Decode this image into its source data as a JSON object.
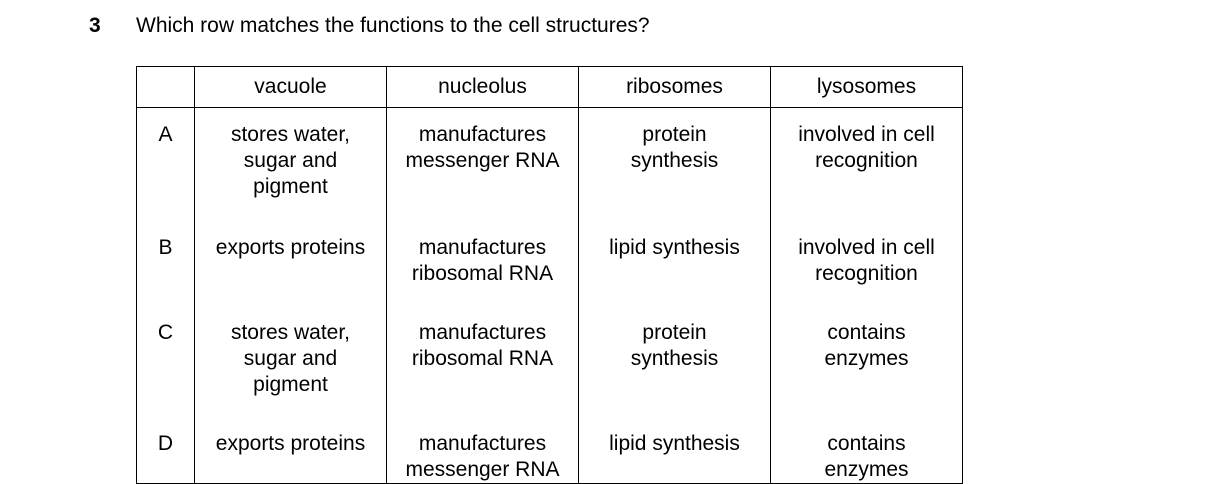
{
  "question": {
    "number": "3",
    "text": "Which row matches the functions to the cell structures?"
  },
  "table": {
    "headers": [
      "",
      "vacuole",
      "nucleolus",
      "ribosomes",
      "lysosomes"
    ],
    "rows": [
      {
        "letter": "A",
        "cells": [
          "stores water,\nsugar and\npigment",
          "manufactures\nmessenger RNA",
          "protein\nsynthesis",
          "involved in cell\nrecognition"
        ]
      },
      {
        "letter": "B",
        "cells": [
          "exports proteins",
          "manufactures\nribosomal RNA",
          "lipid synthesis",
          "involved in cell\nrecognition"
        ]
      },
      {
        "letter": "C",
        "cells": [
          "stores water,\nsugar and\npigment",
          "manufactures\nribosomal RNA",
          "protein\nsynthesis",
          "contains\nenzymes"
        ]
      },
      {
        "letter": "D",
        "cells": [
          "exports proteins",
          "manufactures\nmessenger RNA",
          "lipid synthesis",
          "contains\nenzymes"
        ]
      }
    ]
  }
}
